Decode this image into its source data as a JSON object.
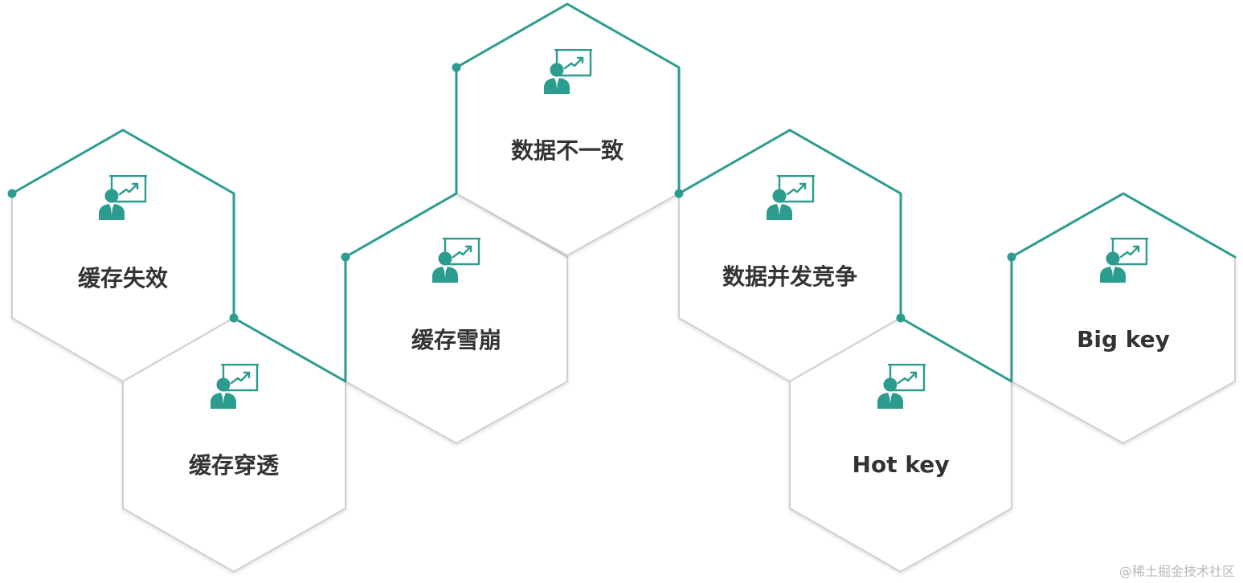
{
  "nodes": [
    {
      "id": "cache-expiry",
      "label": "缓存失效"
    },
    {
      "id": "cache-penetration",
      "label": "缓存穿透"
    },
    {
      "id": "cache-avalanche",
      "label": "缓存雪崩"
    },
    {
      "id": "data-inconsistency",
      "label": "数据不一致"
    },
    {
      "id": "data-race",
      "label": "数据并发竞争"
    },
    {
      "id": "hot-key",
      "label": "Hot key"
    },
    {
      "id": "big-key",
      "label": "Big key"
    }
  ],
  "icon": "presenter-board-icon",
  "colors": {
    "accent": "#2b9c8e",
    "hex_border": "#cfcfcf",
    "label": "#333333"
  },
  "watermark": "@稀土掘金技术社区"
}
